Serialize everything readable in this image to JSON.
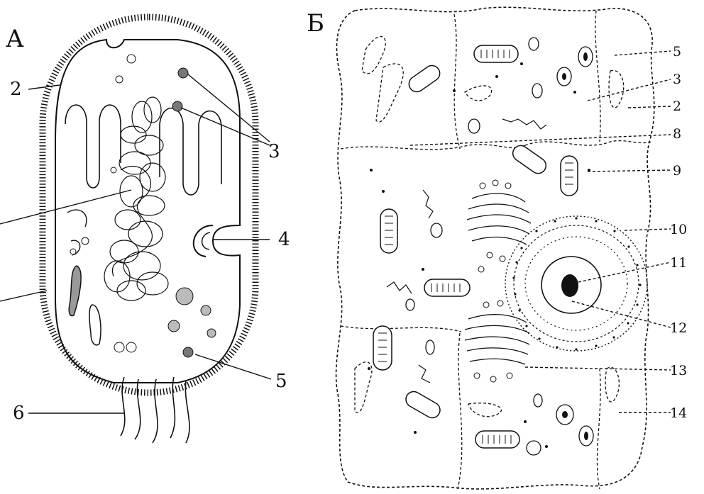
{
  "figure": {
    "panels": [
      {
        "id": "A",
        "letter": "А",
        "callouts": [
          "2",
          "3",
          "4",
          "5",
          "6"
        ]
      },
      {
        "id": "B",
        "letter": "Б",
        "callouts": [
          "5",
          "3",
          "2",
          "8",
          "9",
          "10",
          "11",
          "12",
          "13",
          "14"
        ]
      }
    ]
  }
}
